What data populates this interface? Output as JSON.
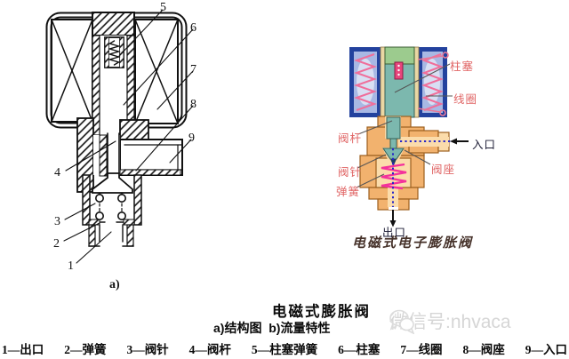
{
  "figure_a": {
    "label": "a)",
    "callouts": [
      "1",
      "2",
      "3",
      "4",
      "5",
      "6",
      "7",
      "8",
      "9"
    ]
  },
  "figure_b": {
    "caption": "电磁式电子膨胀阀",
    "labels": {
      "plunger": "柱塞",
      "coil": "线圈",
      "stem": "阀杆",
      "inlet": "入口",
      "needle": "阀针",
      "seat": "阀座",
      "spring": "弹簧",
      "outlet": "出口"
    },
    "colors": {
      "frame_blue": "#23429e",
      "panel_blue": "#a8b8e4",
      "winding_pink": "#f06e9a",
      "plunger_teal": "#7cb8ae",
      "cap_green": "#9ccb8e",
      "body_peach": "#f2b26e",
      "cavity_cream": "#fbdcab",
      "spring_magenta": "#f4319b",
      "flow_dot_blue": "#2626c8",
      "label_pink": "#e06464",
      "caption_brown": "#46322a"
    }
  },
  "caption_block": {
    "title": "电磁式膨胀阀",
    "subtitle": "a)结构图  b)流量特性",
    "legend": [
      "1—出口",
      "2—弹簧",
      "3—阀针",
      "4—阀杆",
      "5—柱塞弹簧",
      "6—柱塞",
      "7—线圈",
      "8—阀座",
      "9—入口"
    ]
  },
  "watermark": {
    "text": "微信号:nhvaca"
  }
}
